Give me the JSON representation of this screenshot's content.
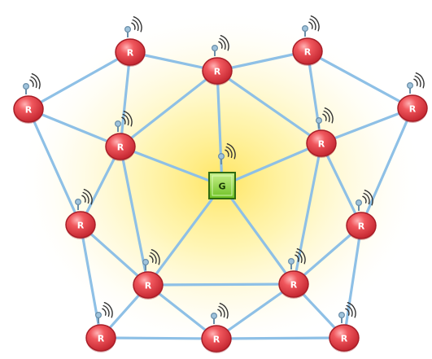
{
  "diagram": {
    "gateway": {
      "id": "G",
      "label": "G"
    },
    "routers": [
      {
        "id": "r-top-left",
        "label": "R"
      },
      {
        "id": "r-top-center",
        "label": "R"
      },
      {
        "id": "r-top-right",
        "label": "R"
      },
      {
        "id": "r-far-left",
        "label": "R"
      },
      {
        "id": "r-far-right",
        "label": "R"
      },
      {
        "id": "r-inner-left",
        "label": "R"
      },
      {
        "id": "r-inner-right",
        "label": "R"
      },
      {
        "id": "r-mid-left",
        "label": "R"
      },
      {
        "id": "r-mid-right",
        "label": "R"
      },
      {
        "id": "r-lower-left",
        "label": "R"
      },
      {
        "id": "r-lower-right",
        "label": "R"
      },
      {
        "id": "r-bottom-left",
        "label": "R"
      },
      {
        "id": "r-bottom-center",
        "label": "R"
      },
      {
        "id": "r-bottom-right",
        "label": "R"
      }
    ],
    "links": [
      [
        "r-top-left",
        "r-top-center"
      ],
      [
        "r-top-center",
        "r-top-right"
      ],
      [
        "r-top-left",
        "r-far-left"
      ],
      [
        "r-top-right",
        "r-far-right"
      ],
      [
        "r-top-left",
        "r-inner-left"
      ],
      [
        "r-top-right",
        "r-inner-right"
      ],
      [
        "r-top-center",
        "r-inner-left"
      ],
      [
        "r-top-center",
        "r-inner-right"
      ],
      [
        "r-top-center",
        "G"
      ],
      [
        "r-far-left",
        "r-inner-left"
      ],
      [
        "r-far-right",
        "r-inner-right"
      ],
      [
        "r-far-left",
        "r-mid-left"
      ],
      [
        "r-far-right",
        "r-mid-right"
      ],
      [
        "r-inner-left",
        "r-mid-left"
      ],
      [
        "r-inner-right",
        "r-mid-right"
      ],
      [
        "r-inner-left",
        "G"
      ],
      [
        "r-inner-right",
        "G"
      ],
      [
        "r-inner-left",
        "r-lower-left"
      ],
      [
        "r-inner-right",
        "r-lower-right"
      ],
      [
        "G",
        "r-lower-left"
      ],
      [
        "G",
        "r-lower-right"
      ],
      [
        "r-mid-left",
        "r-lower-left"
      ],
      [
        "r-mid-right",
        "r-lower-right"
      ],
      [
        "r-lower-left",
        "r-lower-right"
      ],
      [
        "r-mid-left",
        "r-bottom-left"
      ],
      [
        "r-mid-right",
        "r-bottom-right"
      ],
      [
        "r-lower-left",
        "r-bottom-left"
      ],
      [
        "r-lower-left",
        "r-bottom-center"
      ],
      [
        "r-lower-right",
        "r-bottom-center"
      ],
      [
        "r-lower-right",
        "r-bottom-right"
      ],
      [
        "r-bottom-left",
        "r-bottom-center"
      ],
      [
        "r-bottom-center",
        "r-bottom-right"
      ]
    ],
    "colors": {
      "link": "#8ec0e6",
      "router_fill": "#e8424a",
      "router_highlight": "#ffb0b2",
      "gateway_fill": "#86d236",
      "gateway_border": "#2f6b10",
      "glow": "#ffe766",
      "antenna": "#6a8ea8",
      "signal": "#333333"
    },
    "icons": {
      "router": "router-node-icon",
      "gateway": "gateway-node-icon",
      "antenna": "antenna-signal-icon"
    }
  }
}
